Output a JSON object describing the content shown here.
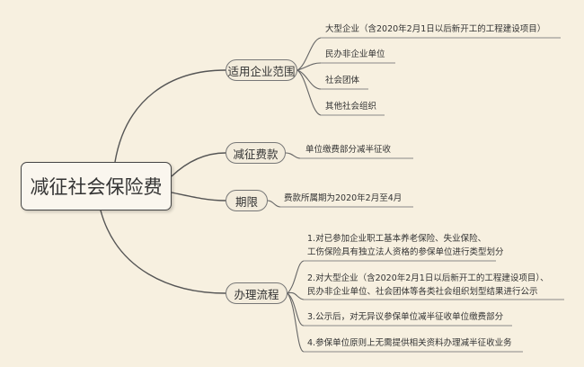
{
  "root": {
    "label": "减征社会保险费"
  },
  "topics": [
    {
      "label": "适用企业范围",
      "items": [
        "大型企业（含2020年2月1日以后新开工的工程建设项目）",
        "民办非企业单位",
        "社会团体",
        "其他社会组织"
      ]
    },
    {
      "label": "减征费款",
      "items": [
        "单位缴费部分减半征收"
      ]
    },
    {
      "label": "期限",
      "items": [
        "费款所属期为2020年2月至4月"
      ]
    },
    {
      "label": "办理流程",
      "items": [
        [
          "1.对已参加企业职工基本养老保险、失业保险、",
          "工伤保险具有独立法人资格的参保单位进行类型划分"
        ],
        [
          "2.对大型企业（含2020年2月1日以后新开工的工程建设项目）、",
          "民办非企业单位、社会团体等各类社会组织划型结果进行公示"
        ],
        "3.公示后，对无异议参保单位减半征收单位缴费部分",
        "4.参保单位原则上无需提供相关资料办理减半征收业务"
      ]
    }
  ]
}
